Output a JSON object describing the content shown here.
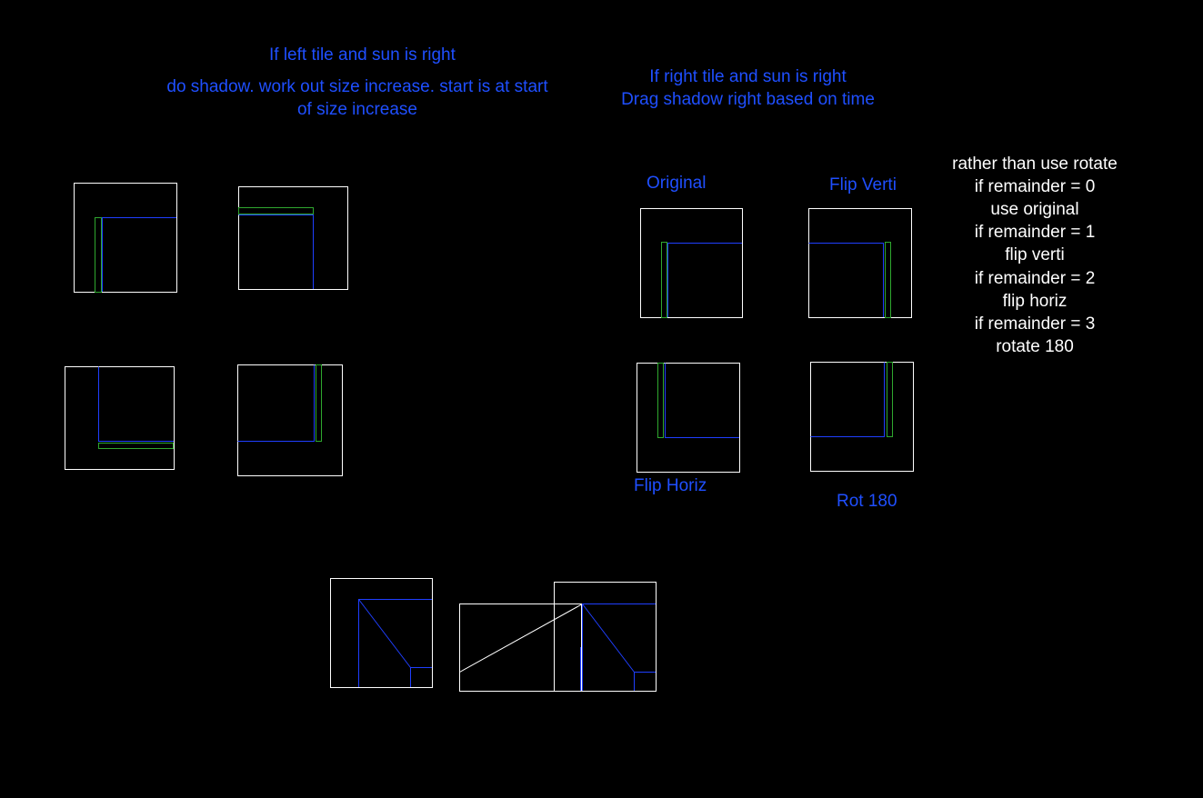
{
  "colors": {
    "background": "#000000",
    "label_blue": "#1f4fff",
    "note_white": "#ffffff",
    "tile_outline": "#ffffff",
    "tile_blue": "#1f3fff",
    "shadow_green": "#2fa82f"
  },
  "left_section": {
    "heading": "If left tile and sun is right",
    "note_line1": "do shadow.  work out size increase. start is at start",
    "note_line2": "of size increase"
  },
  "right_section": {
    "heading_line1": "If right tile and sun is right",
    "heading_line2": "Drag shadow right based on time",
    "label_original": "Original",
    "label_flip_verti": "Flip Verti",
    "label_flip_horiz": "Flip Horiz",
    "label_rot_180": "Rot 180"
  },
  "rules": {
    "lines": [
      "rather than use rotate",
      "if remainder = 0",
      "use original",
      "if remainder = 1",
      "flip verti",
      "if remainder = 2",
      "flip horiz",
      "if remainder = 3",
      "rotate 180"
    ]
  }
}
